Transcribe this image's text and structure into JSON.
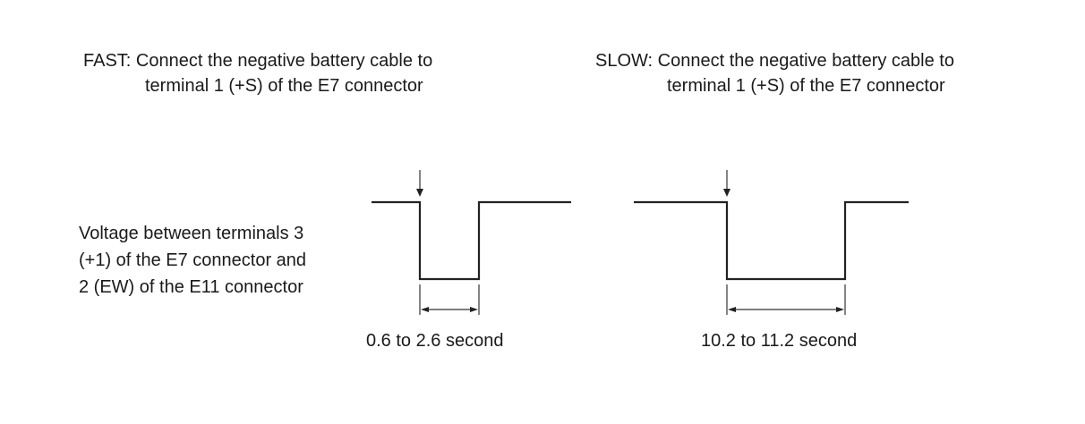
{
  "fast": {
    "line1": "FAST: Connect the negative battery cable to",
    "line2": "terminal 1 (+S) of the E7 connector",
    "duration": "0.6 to 2.6 second"
  },
  "slow": {
    "line1": "SLOW: Connect the negative battery cable to",
    "line2": "terminal 1 (+S) of the E7 connector",
    "duration": "10.2 to 11.2 second"
  },
  "voltage_label": {
    "line1": "Voltage between terminals 3",
    "line2": "(+1) of the E7 connector and",
    "line3": "2 (EW) of the E11 connector"
  }
}
